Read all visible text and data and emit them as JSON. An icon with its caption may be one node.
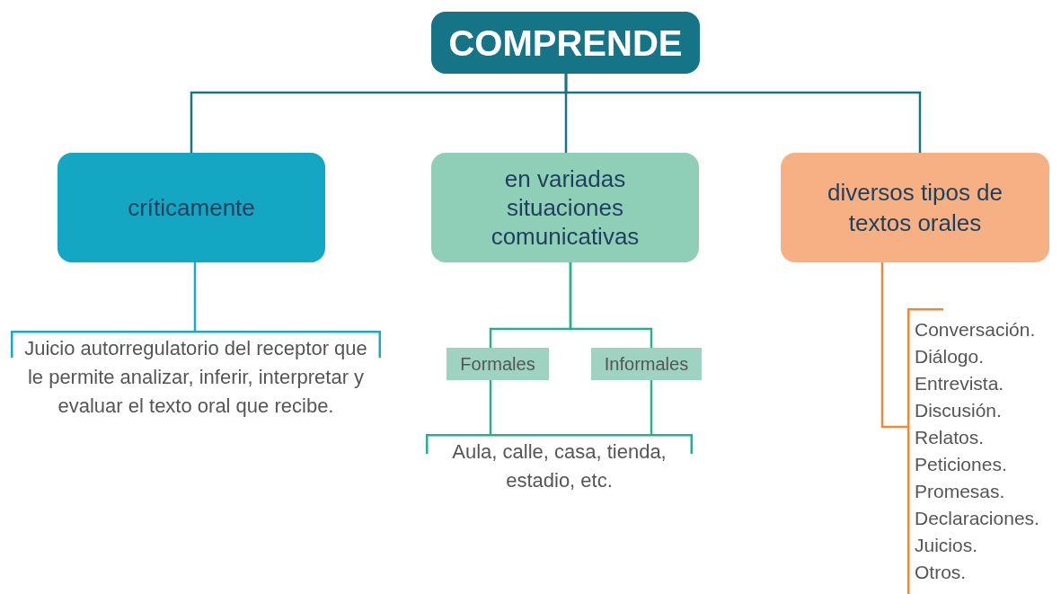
{
  "diagram": {
    "nodes": [
      {
        "text": [
          "COMPRENDE"
        ]
      },
      {
        "text": [
          "críticamente"
        ]
      },
      {
        "text": [
          "en variadas situaciones comunicativas"
        ]
      },
      {
        "text": [
          "diversos tipos de textos orales"
        ]
      },
      {
        "text": [
          "Juicio autorregulatorio del receptor que le permite analizar, inferir, interpretar y evaluar el texto oral que recibe."
        ]
      },
      {
        "text": [
          "Formales"
        ]
      },
      {
        "text": [
          "Informales"
        ]
      },
      {
        "text": [
          "Aula, calle, casa, tienda, estadio, etc."
        ]
      },
      {
        "text": [
          "Conversación.",
          "Diálogo.",
          "Entrevista.",
          "Discusión.",
          "Relatos.",
          "Peticiones.",
          "Promesas.",
          "Declaraciones.",
          "Juicios.",
          "Otros."
        ]
      }
    ],
    "edges": [
      {
        "from": 0,
        "to": 1,
        "arrow": "none",
        "color": "#1a7388"
      },
      {
        "from": 0,
        "to": 2,
        "arrow": "none",
        "color": "#1a7388"
      },
      {
        "from": 0,
        "to": 3,
        "arrow": "none",
        "color": "#1a7388"
      },
      {
        "from": 1,
        "to": 4,
        "arrow": "none",
        "color": "#1ba9c5"
      },
      {
        "from": 2,
        "to": 5,
        "arrow": "none",
        "color": "#27b08e"
      },
      {
        "from": 2,
        "to": 6,
        "arrow": "none",
        "color": "#27b08e"
      },
      {
        "from": 5,
        "to": 7,
        "arrow": "none",
        "color": "#27b08e"
      },
      {
        "from": 6,
        "to": 7,
        "arrow": "none",
        "color": "#27b08e"
      },
      {
        "from": 3,
        "to": 8,
        "arrow": "none",
        "color": "#f0883a"
      }
    ]
  }
}
